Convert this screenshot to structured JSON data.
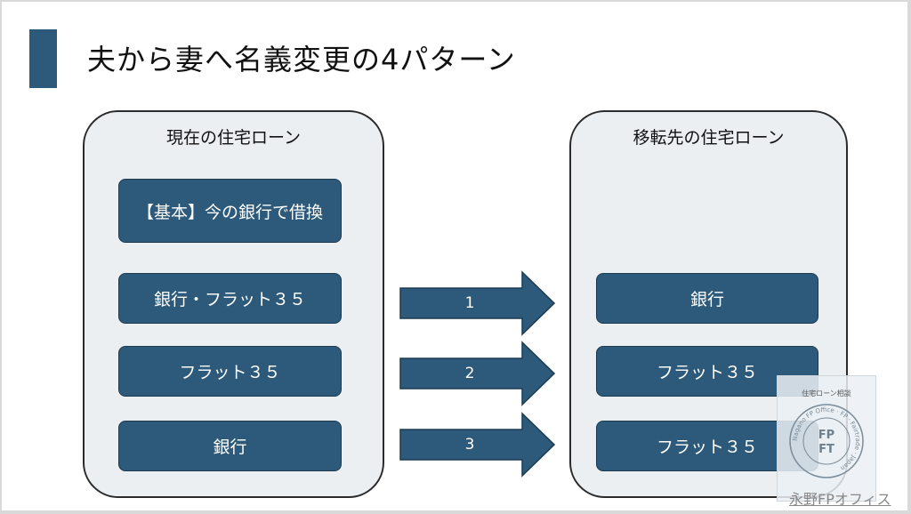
{
  "title": "夫から妻へ名義変更の4パターン",
  "left_panel": {
    "title": "現在の住宅ローン",
    "boxes": [
      "【基本】今の銀行で借換",
      "銀行・フラット３５",
      "フラット３５",
      "銀行"
    ]
  },
  "right_panel": {
    "title": "移転先の住宅ローン",
    "boxes": [
      "銀行",
      "フラット３５",
      "フラット３５"
    ]
  },
  "arrows": [
    "1",
    "2",
    "3"
  ],
  "watermark": {
    "header": "住宅ローン相談",
    "ring_text": "Nagano FP Office · FP · Fairtrade · Japan",
    "logo_lines": [
      "FP",
      "FT"
    ]
  },
  "footer": "永野FPオフィス",
  "colors": {
    "accent": "#2d5a7a",
    "panel_bg": "#ebeff2"
  }
}
